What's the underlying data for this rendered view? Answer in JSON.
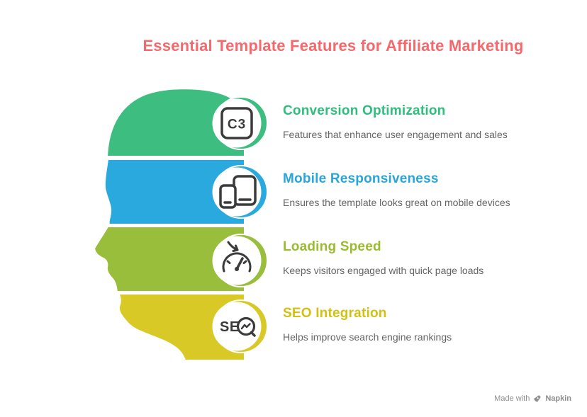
{
  "page": {
    "background": "#FFFFFF"
  },
  "title": {
    "text": "Essential Template Features for Affiliate Marketing",
    "color": "#F5696D"
  },
  "features": [
    {
      "title": "Conversion Optimization",
      "description": "Features that enhance user engagement and sales",
      "band_color": "#3DBE80",
      "heading_color": "#2FBE7C",
      "icon": "c3-rounded-square-icon",
      "icon_label": "C3"
    },
    {
      "title": "Mobile Responsiveness",
      "description": "Ensures the template looks great on mobile devices",
      "band_color": "#29A9DD",
      "heading_color": "#29A5DC",
      "icon": "phone-tablet-icon",
      "icon_label": ""
    },
    {
      "title": "Loading Speed",
      "description": "Keeps visitors engaged with quick page loads",
      "band_color": "#99BE3C",
      "heading_color": "#9ABC2F",
      "icon": "speedometer-arrow-icon",
      "icon_label": ""
    },
    {
      "title": "SEO Integration",
      "description": "Helps improve search engine rankings",
      "band_color": "#D9C927",
      "heading_color": "#D3C013",
      "icon": "seo-magnifier-icon",
      "icon_label": "SE"
    }
  ],
  "body_text_color": "#646464",
  "icon_color": "#3B3B3B",
  "watermark": {
    "prefix": "Made with",
    "brand": "Napkin",
    "color": "#8E8E8E"
  }
}
